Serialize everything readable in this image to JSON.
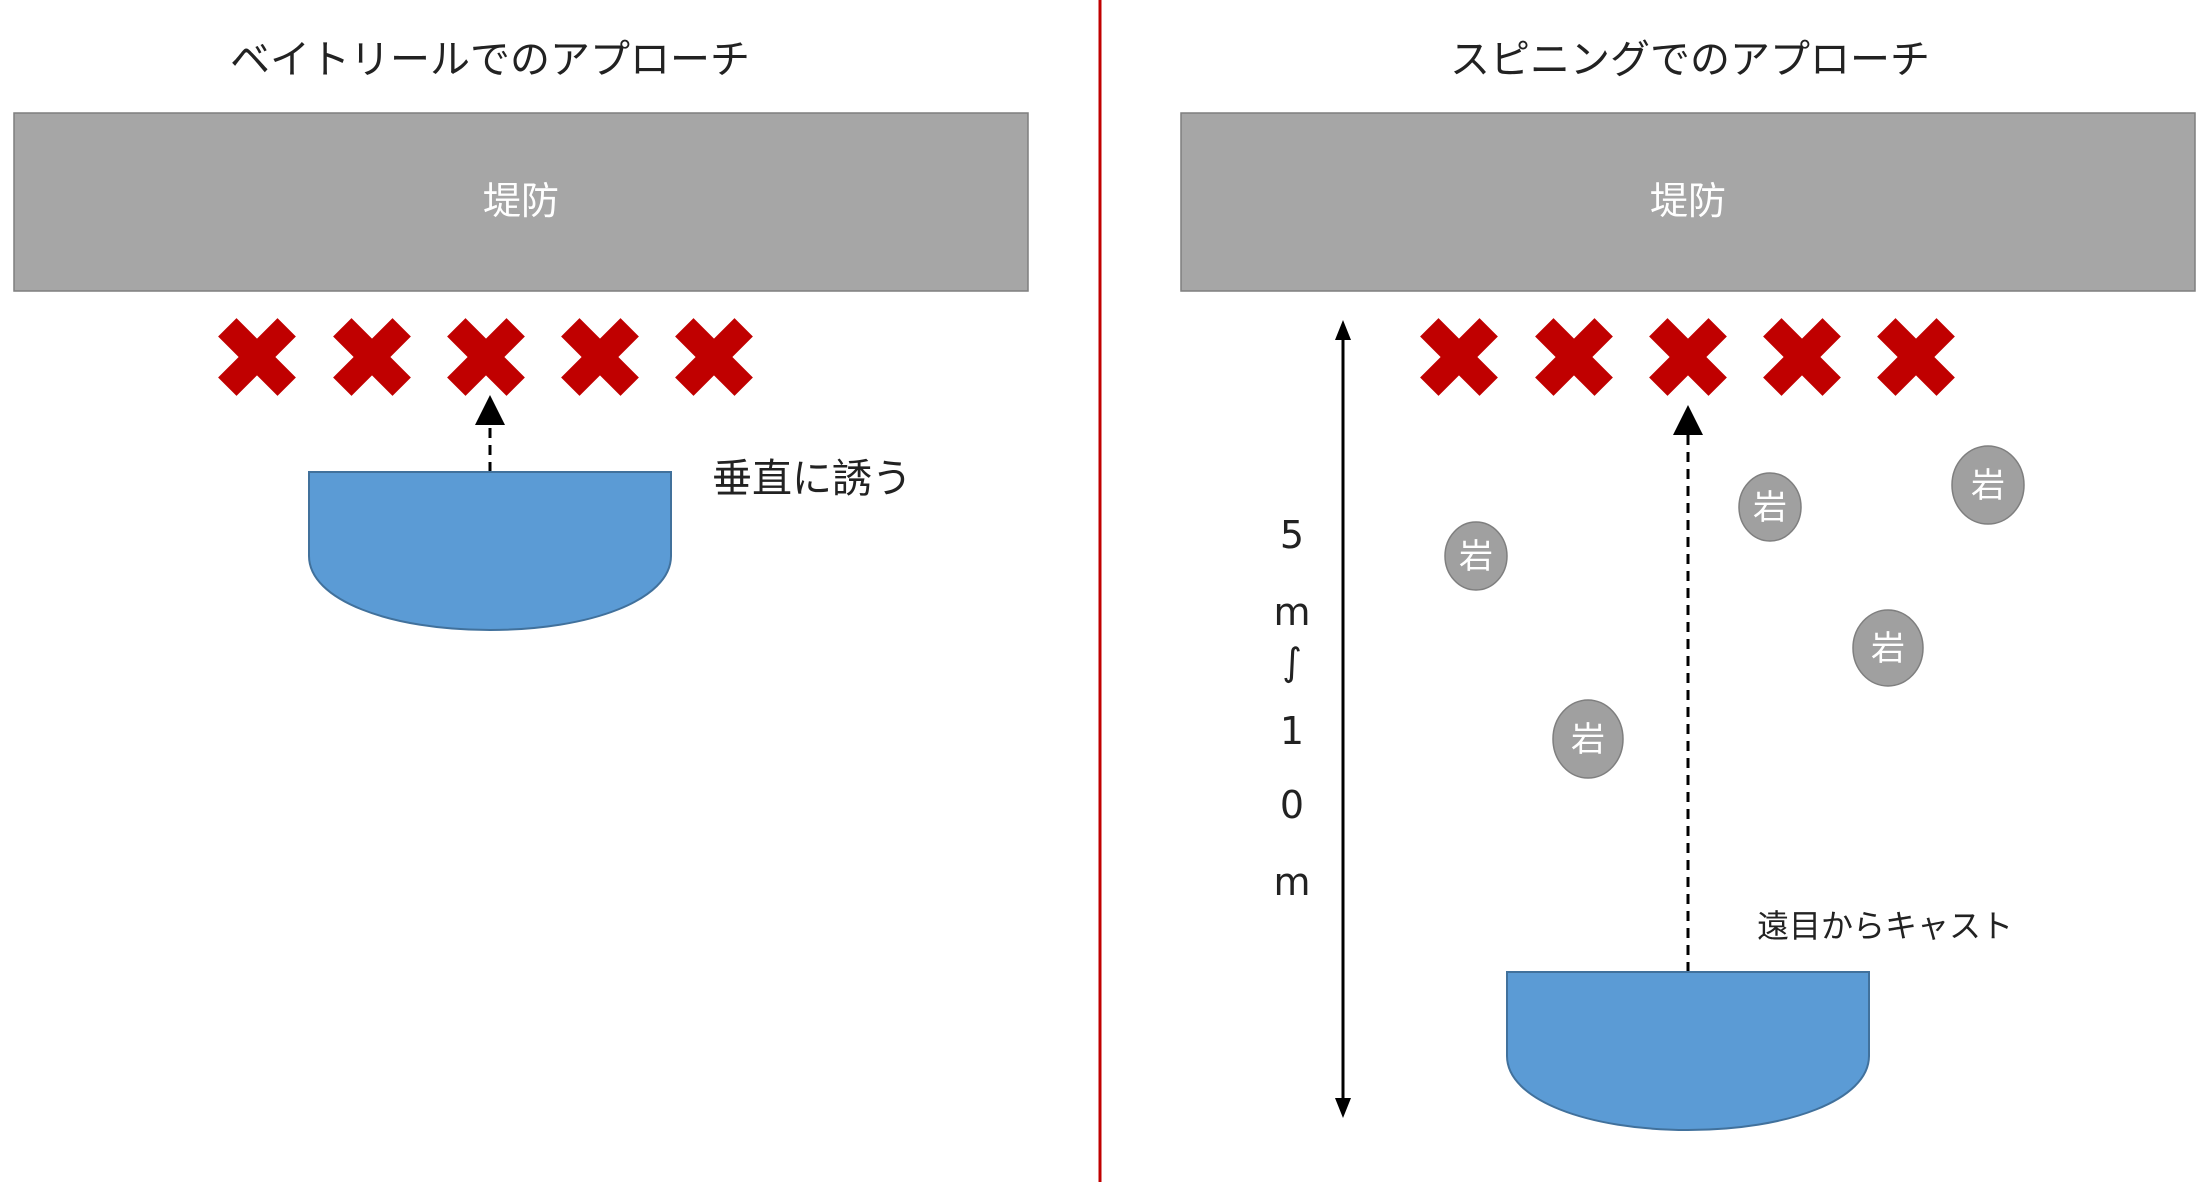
{
  "left_panel": {
    "title": "ベイトリールでのアプローチ",
    "seawall_label": "堤防",
    "annotation": "垂直に誘う"
  },
  "right_panel": {
    "title": "スピニングでのアプローチ",
    "seawall_label": "堤防",
    "distance_chars": [
      "5",
      "m",
      "∫",
      "1",
      "0",
      "m"
    ],
    "rock_label": "岩",
    "annotation": "遠目からキャスト"
  },
  "colors": {
    "seawall": "#a6a6a6",
    "x_mark": "#c00000",
    "boat": "#5b9bd5",
    "boat_border": "#41719c",
    "rock": "#a0a0a0",
    "divider": "#c00000"
  }
}
